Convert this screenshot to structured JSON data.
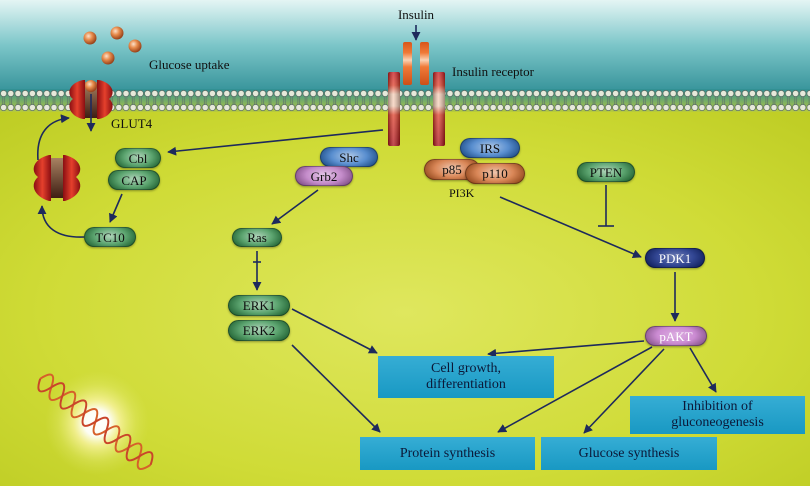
{
  "labels": {
    "insulin": "Insulin",
    "insulin_receptor": "Insulin receptor",
    "glucose_uptake": "Glucose uptake",
    "glut4": "GLUT4",
    "pi3k": "PI3K"
  },
  "nodes": {
    "cbl": "Cbl",
    "cap": "CAP",
    "tc10": "TC10",
    "shc": "Shc",
    "grb2": "Grb2",
    "ras": "Ras",
    "erk1": "ERK1",
    "erk2": "ERK2",
    "irs": "IRS",
    "p85": "p85",
    "p110": "p110",
    "pten": "PTEN",
    "pdk1": "PDK1",
    "pakt": "pAKT"
  },
  "outcomes": {
    "cell_growth": [
      "Cell growth,",
      "differentiation"
    ],
    "inhibition_gluconeogenesis": [
      "Inhibition of",
      "gluconeogenesis"
    ],
    "protein_synthesis": "Protein synthesis",
    "glucose_synthesis": "Glucose synthesis"
  },
  "colors": {
    "green": "#2f8c48",
    "blue": "#2b6fc2",
    "lilac": "#b56dbd",
    "orange": "#cf6528",
    "navy": "#172e86",
    "pink": "#c57ccd",
    "outcome_box": "#1aa2cf",
    "arrow": "#1e2a5c"
  }
}
